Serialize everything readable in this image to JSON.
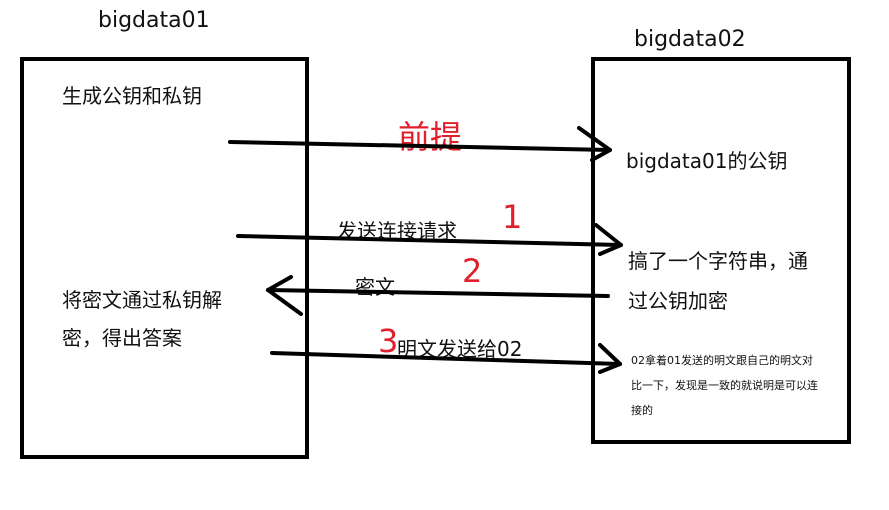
{
  "nodes": {
    "left": {
      "title": "bigdata01",
      "text1": "生成公钥和私钥",
      "text2_line1": "将密文通过私钥解",
      "text2_line2": "密，得出答案"
    },
    "right": {
      "title": "bigdata02",
      "text1": "bigdata01的公钥",
      "text2_line1": "搞了一个字符串，通",
      "text2_line2": "过公钥加密",
      "text3_line1": "02拿着01发送的明文跟自己的明文对",
      "text3_line2": "比一下，发现是一致的就说明是可以连",
      "text3_line3": "接的"
    }
  },
  "edges": {
    "premise": {
      "label": "前提"
    },
    "step1": {
      "number": "1",
      "label": "发送连接请求"
    },
    "step2": {
      "number": "2",
      "label": "密文"
    },
    "step3": {
      "number": "3",
      "label": "明文发送给02"
    }
  },
  "colors": {
    "step_number": "#e0202a",
    "line": "#000000"
  }
}
